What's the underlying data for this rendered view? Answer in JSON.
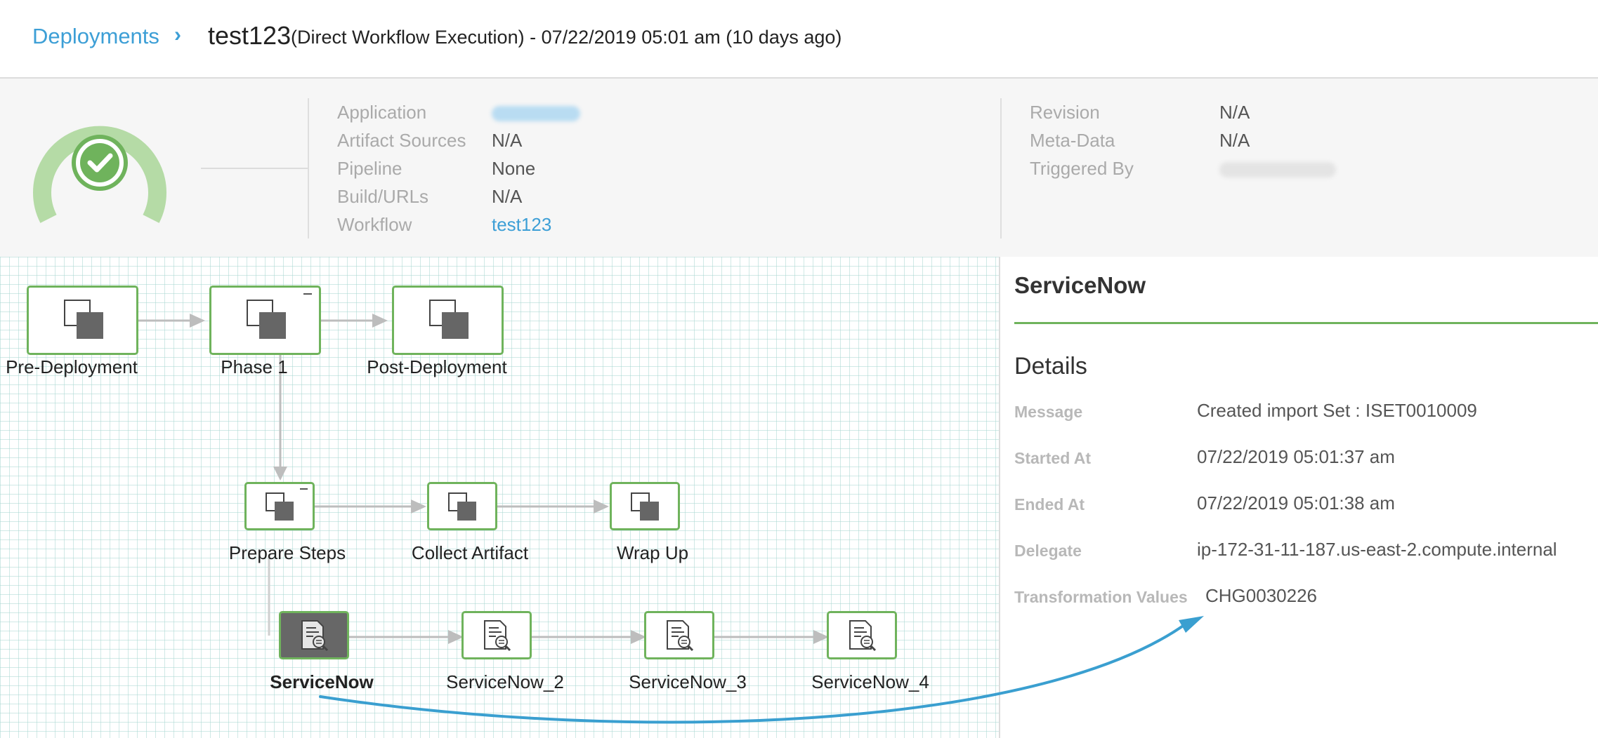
{
  "header": {
    "breadcrumb": "Deployments",
    "separator": "›",
    "title": "test123",
    "subtitle": "(Direct Workflow Execution) - 07/22/2019 05:01 am (10 days ago)"
  },
  "summary": {
    "status": "success",
    "status_colors": {
      "ring": "#b5dba6",
      "check": "#6fb35c"
    },
    "left": [
      {
        "label": "Application",
        "value": "",
        "redacted": true
      },
      {
        "label": "Artifact Sources",
        "value": "N/A"
      },
      {
        "label": "Pipeline",
        "value": "None"
      },
      {
        "label": "Build/URLs",
        "value": "N/A"
      },
      {
        "label": "Workflow",
        "value": "test123"
      }
    ],
    "right": [
      {
        "label": "Revision",
        "value": "N/A"
      },
      {
        "label": "Meta-Data",
        "value": "N/A"
      },
      {
        "label": "Triggered By",
        "value": "",
        "redacted": true
      }
    ]
  },
  "graph": {
    "phases": [
      {
        "label": "Pre-Deployment"
      },
      {
        "label": "Phase 1"
      },
      {
        "label": "Post-Deployment"
      }
    ],
    "sections": [
      {
        "label": "Prepare Steps"
      },
      {
        "label": "Collect Artifact"
      },
      {
        "label": "Wrap Up"
      }
    ],
    "steps": [
      {
        "label": "ServiceNow",
        "selected": true
      },
      {
        "label": "ServiceNow_2"
      },
      {
        "label": "ServiceNow_3"
      },
      {
        "label": "ServiceNow_4"
      }
    ]
  },
  "panel": {
    "title": "ServiceNow",
    "details_title": "Details",
    "rows": [
      {
        "label": "Message",
        "value": "Created import Set : ISET0010009"
      },
      {
        "label": "Started At",
        "value": "07/22/2019 05:01:37 am"
      },
      {
        "label": "Ended At",
        "value": "07/22/2019 05:01:38 am"
      },
      {
        "label": "Delegate",
        "value": "ip-172-31-11-187.us-east-2.compute.internal"
      },
      {
        "label": "Transformation Values",
        "value": "CHG0030226"
      }
    ]
  },
  "colors": {
    "accent_link": "#3d9fd6",
    "node_border": "#6fb35c",
    "annotation_arrow": "#3a9fd0"
  }
}
